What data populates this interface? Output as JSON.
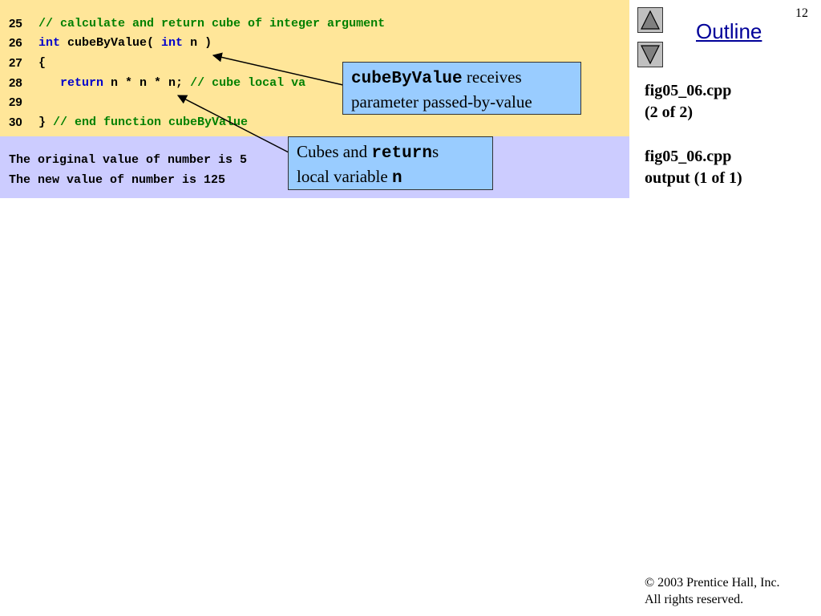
{
  "page_number": "12",
  "outline_title": "Outline",
  "code_lines": [
    {
      "num": "25",
      "parts": [
        {
          "t": "cm",
          "s": "// calculate and return cube of integer argument"
        }
      ]
    },
    {
      "num": "26",
      "parts": [
        {
          "t": "kw",
          "s": "int"
        },
        {
          "t": "plain",
          "s": " cubeByValue( "
        },
        {
          "t": "kw",
          "s": "int"
        },
        {
          "t": "plain",
          "s": " n )"
        }
      ]
    },
    {
      "num": "27",
      "parts": [
        {
          "t": "plain",
          "s": "{"
        }
      ]
    },
    {
      "num": "28",
      "parts": [
        {
          "t": "plain",
          "s": "   "
        },
        {
          "t": "kw",
          "s": "return"
        },
        {
          "t": "plain",
          "s": " n * n * n; "
        },
        {
          "t": "cm",
          "s": "// cube local va"
        }
      ]
    },
    {
      "num": "29",
      "parts": []
    },
    {
      "num": "30",
      "parts": [
        {
          "t": "plain",
          "s": "} "
        },
        {
          "t": "cm",
          "s": "// end function cubeByValue"
        }
      ]
    }
  ],
  "output_lines": [
    "The original value of number is 5",
    "The new value of number is 125"
  ],
  "callout1": {
    "code": "cubeByValue",
    "text1": " receives",
    "text2": "parameter passed-by-value"
  },
  "callout2": {
    "text1": "Cubes and ",
    "code1": "return",
    "text2": "s",
    "text3": "local variable ",
    "code2": "n"
  },
  "side": {
    "label1_line1": "fig05_06.cpp",
    "label1_line2": "(2 of 2)",
    "label2_line1": "fig05_06.cpp",
    "label2_line2": "output (1 of 1)"
  },
  "copyright": {
    "symbol": "©",
    "line1": " 2003 Prentice Hall, Inc.",
    "line2": "All rights reserved."
  },
  "nav": {
    "up_icon": "triangle-up-icon",
    "down_icon": "triangle-down-icon"
  },
  "colors": {
    "code_bg": "#ffe699",
    "output_bg": "#ccccff",
    "callout_bg": "#99ccff",
    "keyword": "#0000cc",
    "comment": "#008000"
  }
}
